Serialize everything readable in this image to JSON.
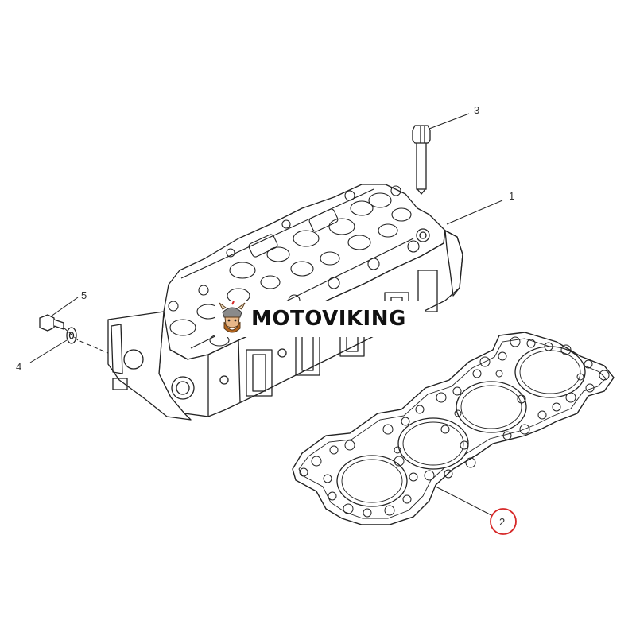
{
  "callouts": [
    {
      "id": "1",
      "label": "1"
    },
    {
      "id": "2",
      "label": "2",
      "highlighted": true
    },
    {
      "id": "3",
      "label": "3"
    },
    {
      "id": "4",
      "label": "4"
    },
    {
      "id": "5",
      "label": "5"
    }
  ],
  "parts": {
    "cylinder_head": "cylinder-head",
    "head_gasket": "head-gasket",
    "head_bolt": "head-bolt",
    "washer": "washer",
    "plug_bolt": "plug-bolt"
  },
  "watermark": {
    "text": "MOTOVIKING"
  },
  "colors": {
    "line": "#222222",
    "highlight": "#d62828",
    "background": "#ffffff"
  }
}
